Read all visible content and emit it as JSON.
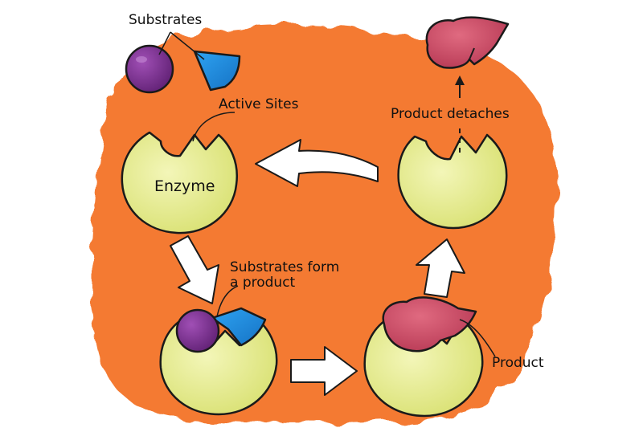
{
  "labels": {
    "substrates": "Substrates",
    "active_sites": "Active Sites",
    "enzyme": "Enzyme",
    "substrates_form_line1": "Substrates form",
    "substrates_form_line2": "a product",
    "product_detaches": "Product detaches",
    "product": "Product"
  },
  "colors": {
    "background_blob": "#f47a32",
    "enzyme_fill": "#e6ec8c",
    "substrate_sphere": "#7c2d8e",
    "substrate_wedge": "#1e8fe0",
    "product": "#c4475e",
    "arrow_fill": "#ffffff",
    "outline": "#1a1a1a"
  },
  "icons": {
    "enzyme": "enzyme-pacman-shape",
    "substrate_a": "purple-sphere",
    "substrate_b": "blue-wedge",
    "product": "product-molecule",
    "cycle_arrows": "block-arrow"
  }
}
